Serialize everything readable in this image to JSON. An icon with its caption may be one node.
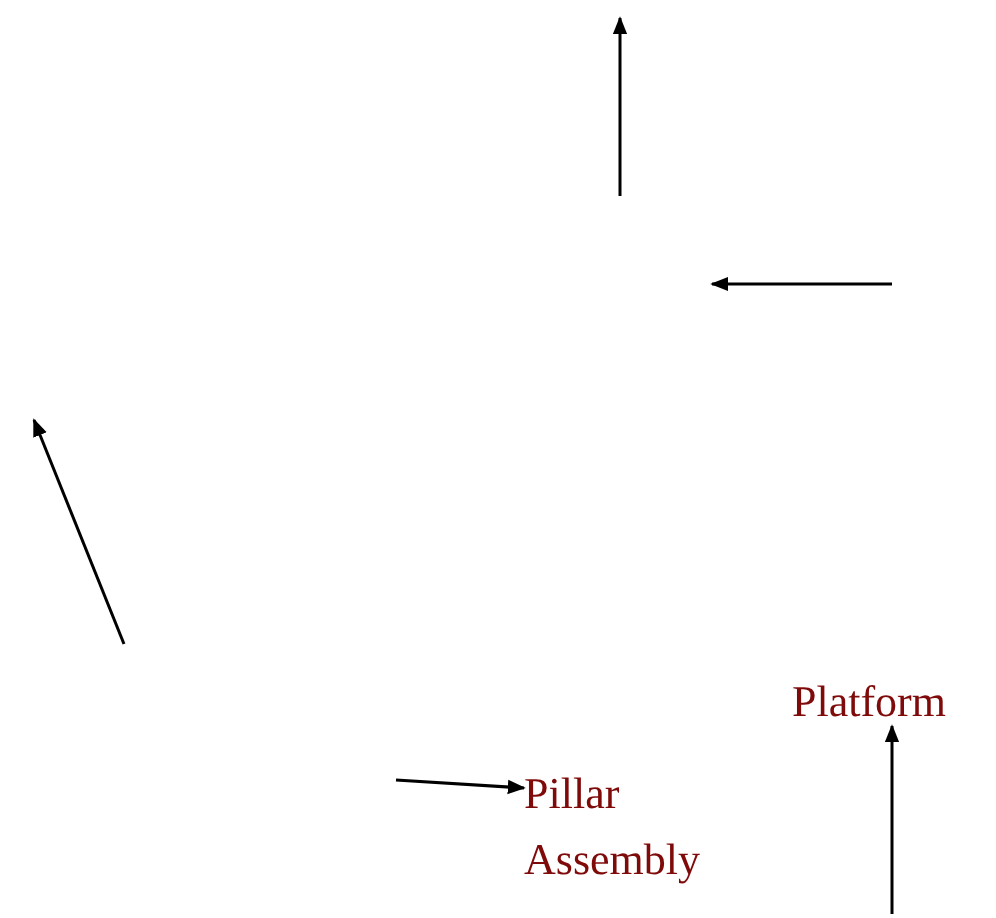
{
  "diagram": {
    "nodes": [
      {
        "text": [
          "Platform"
        ]
      },
      {
        "text": [
          "Pillar Assembly"
        ]
      }
    ],
    "edges": [
      {
        "from": null,
        "to": 0,
        "arrow": "to"
      },
      {
        "from": null,
        "to": 1,
        "arrow": "to"
      }
    ]
  }
}
